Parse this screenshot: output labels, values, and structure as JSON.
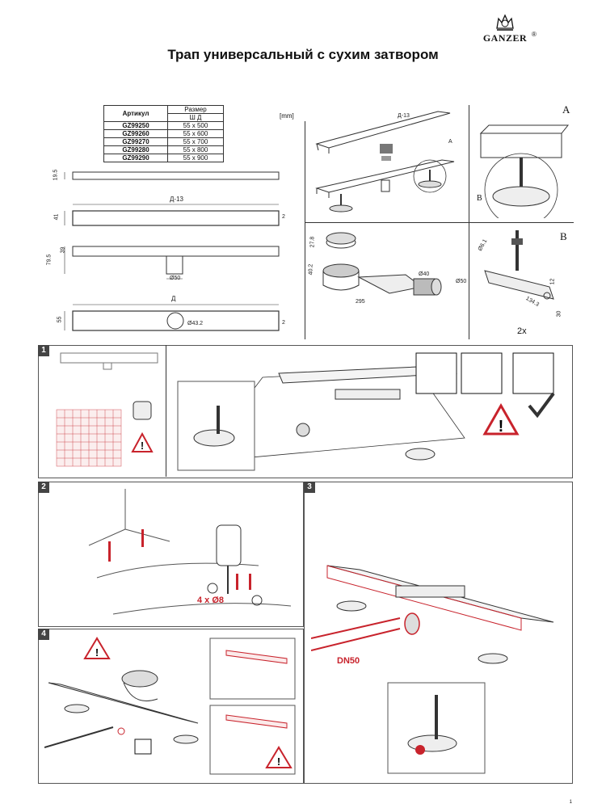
{
  "brand": {
    "name": "GANZER",
    "reg": "®"
  },
  "title": "Трап универсальный с сухим затвором",
  "units_label": "[mm]",
  "size_table": {
    "col_article": "Артикул",
    "col_size": "Размер",
    "col_size_sub": "Ш   Д",
    "rows": [
      {
        "article": "GZ99250",
        "size": "55 x 500"
      },
      {
        "article": "GZ99260",
        "size": "55 x 600"
      },
      {
        "article": "GZ99270",
        "size": "55 x 700"
      },
      {
        "article": "GZ99280",
        "size": "55 x 800"
      },
      {
        "article": "GZ99290",
        "size": "55 x 900"
      }
    ]
  },
  "drawing_labels": {
    "d13": "Д-13",
    "d": "Д",
    "dim_19_5": "19.5",
    "dim_41": "41",
    "dim_2a": "2",
    "dim_39": "39",
    "dim_79_5": "79.5",
    "dim_50": "Ø50",
    "dim_55": "55",
    "dim_43_2": "Ø43.2",
    "dim_2b": "2",
    "dim_27_8": "27.8",
    "dim_40_2": "40.2",
    "dim_40": "Ø40",
    "dim_50b": "Ø50",
    "dim_295": "295",
    "dim_12": "12",
    "dim_134_3": "134.3",
    "dim_30": "30",
    "dim_m6": "Ø6.1",
    "d_13_top": "Д-13",
    "label_a": "A",
    "label_b": "B",
    "label_a_small": "A",
    "label_b_small": "B",
    "qty_2x": "2x"
  },
  "steps": [
    {
      "num": "1"
    },
    {
      "num": "2",
      "drill_note": "4 x Ø8"
    },
    {
      "num": "3",
      "pipe_note": "DN50"
    },
    {
      "num": "4"
    }
  ],
  "page_number": "1"
}
